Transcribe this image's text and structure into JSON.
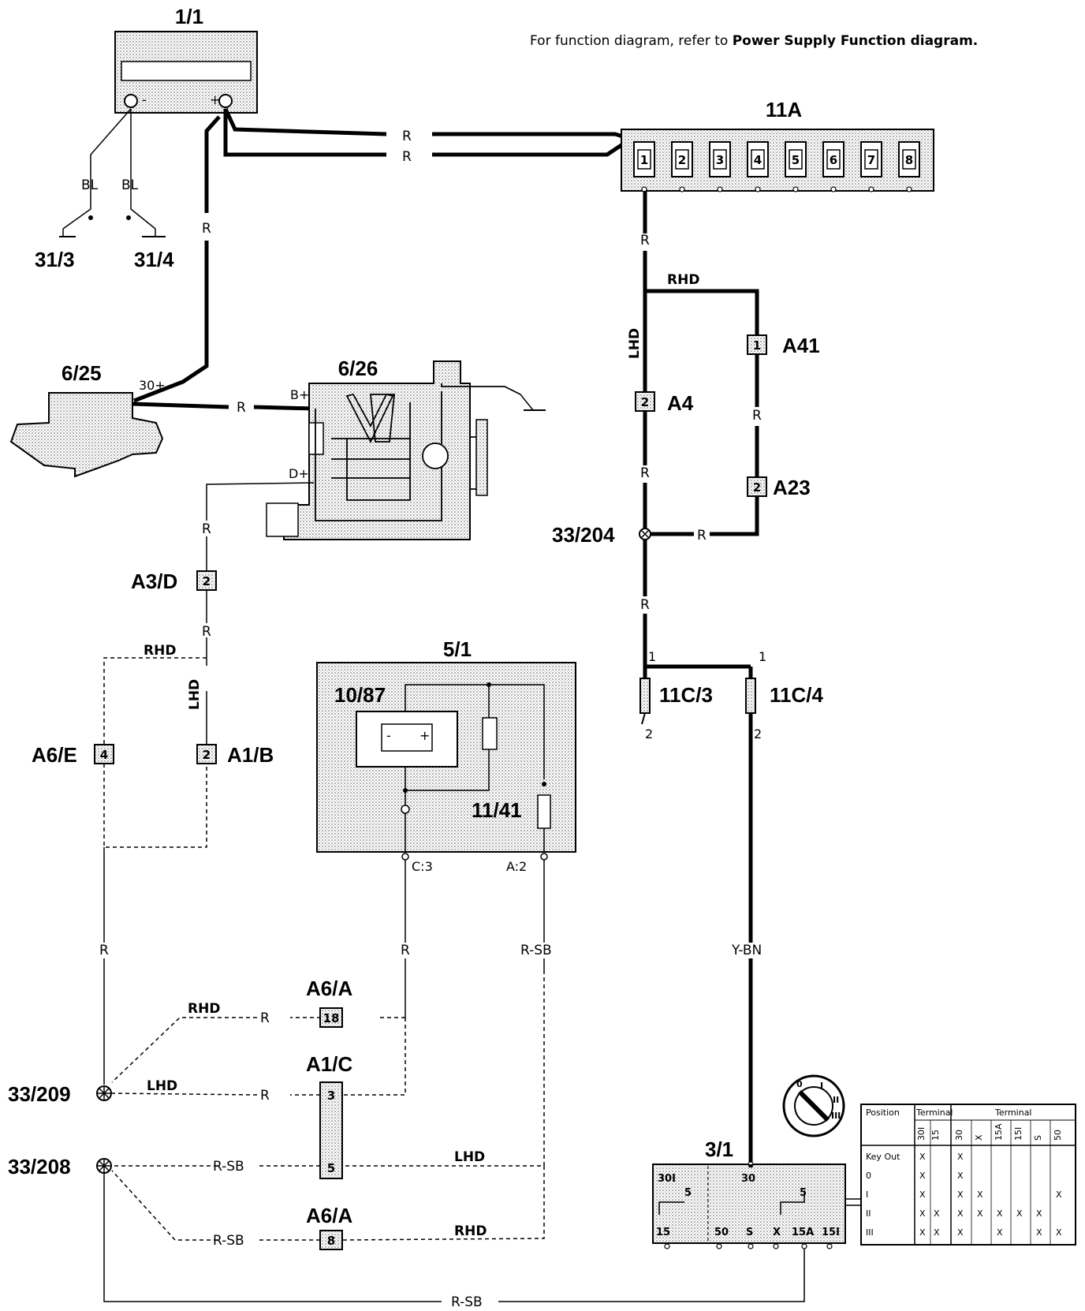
{
  "note": {
    "prefix": "For function diagram, refer to ",
    "bold": "Power Supply Function diagram."
  },
  "components": {
    "battery": "1/1",
    "ground_1": "31/3",
    "ground_2": "31/4",
    "fuse_box": "11A",
    "starter": "6/25",
    "starter_terminal": "30+",
    "alternator": "6/26",
    "alt_b_terminal": "B+",
    "alt_d_terminal": "D+",
    "relay_box": "5/1",
    "relay": "10/87",
    "relay_fuse": "11/41",
    "relay_pin_c3": "C:3",
    "relay_pin_a2": "A:2",
    "splice_204": "33/204",
    "splice_209": "33/209",
    "splice_208": "33/208",
    "fusible_1": "11C/3",
    "fusible_2": "11C/4",
    "ignition_switch": "3/1"
  },
  "fuse_numbers": [
    "1",
    "2",
    "3",
    "4",
    "5",
    "6",
    "7",
    "8"
  ],
  "connectors": {
    "A41": {
      "label": "A41",
      "pin": "1"
    },
    "A4": {
      "label": "A4",
      "pin": "2"
    },
    "A23": {
      "label": "A23",
      "pin": "2"
    },
    "A3D": {
      "label": "A3/D",
      "pin": "2"
    },
    "A6E": {
      "label": "A6/E",
      "pin": "4"
    },
    "A1B": {
      "label": "A1/B",
      "pin": "2"
    },
    "A6A_top": {
      "label": "A6/A",
      "pin": "18"
    },
    "A1C": {
      "label": "A1/C",
      "pin_top": "3",
      "pin_bottom": "5"
    },
    "A6A_bottom": {
      "label": "A6/A",
      "pin": "8"
    }
  },
  "wire_labels": {
    "R": "R",
    "BL": "BL",
    "R_SB": "R-SB",
    "Y_BN": "Y-BN",
    "RHD": "RHD",
    "LHD": "LHD"
  },
  "fusible_pins": {
    "top": "1",
    "bottom": "2"
  },
  "ignition_terminals": {
    "t30_left": "30I",
    "t30_right": "30",
    "t15": "15",
    "t50": "50",
    "tS": "S",
    "tX": "X",
    "t15A": "15A",
    "t15I": "15I",
    "t5": "5"
  },
  "switch_table": {
    "header_position": "Position",
    "header_terminal_1": "Terminal",
    "header_terminal_2": "Terminal",
    "cols_1": [
      "30I",
      "15"
    ],
    "cols_2": [
      "30",
      "X",
      "15A",
      "15I",
      "S",
      "50"
    ],
    "rows": [
      {
        "pos": "Key Out",
        "a": [
          "X",
          ""
        ],
        "b": [
          "X",
          "",
          "",
          "",
          "",
          ""
        ]
      },
      {
        "pos": "0",
        "a": [
          "X",
          ""
        ],
        "b": [
          "X",
          "",
          "",
          "",
          "",
          ""
        ]
      },
      {
        "pos": "I",
        "a": [
          "X",
          ""
        ],
        "b": [
          "X",
          "X",
          "",
          "",
          "",
          "X"
        ]
      },
      {
        "pos": "II",
        "a": [
          "X",
          "X"
        ],
        "b": [
          "X",
          "X",
          "X",
          "X",
          "X",
          ""
        ]
      },
      {
        "pos": "III",
        "a": [
          "X",
          "X"
        ],
        "b": [
          "X",
          "",
          "X",
          "",
          "X",
          "X"
        ]
      }
    ],
    "dial_labels": [
      "0",
      "I",
      "II",
      "III"
    ]
  },
  "colors": {
    "wire": "#000000",
    "hatch": "#bdbdbd",
    "background": "#ffffff"
  }
}
